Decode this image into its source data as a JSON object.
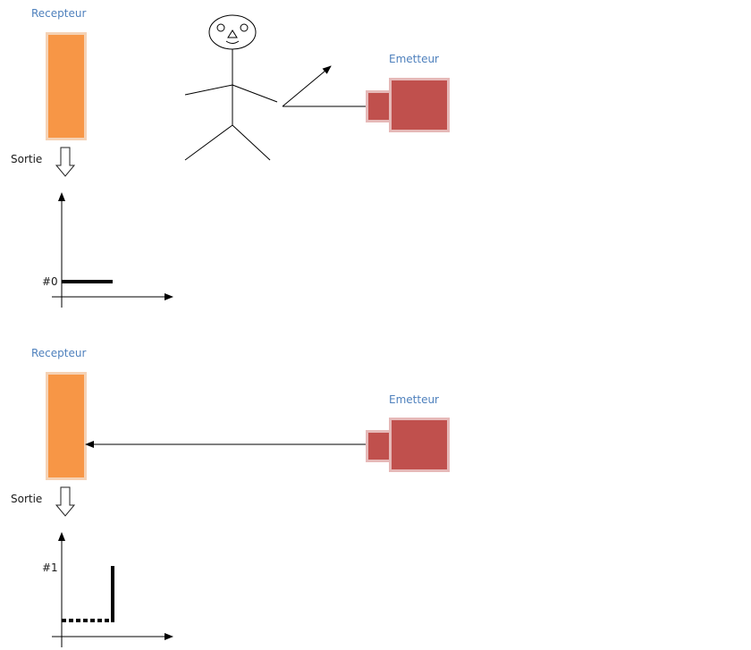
{
  "top_scenario": {
    "receiver_label": "Recepteur",
    "emitter_label": "Emetteur",
    "output_label": "Sortie",
    "graph_value_label": "#0"
  },
  "bottom_scenario": {
    "receiver_label": "Recepteur",
    "emitter_label": "Emetteur",
    "output_label": "Sortie",
    "graph_value_label": "#1"
  },
  "colors": {
    "receiver_fill": "#f79646",
    "receiver_border": "#f5d2b5",
    "emitter_fill": "#c0504d",
    "emitter_border": "#e6b9b8",
    "label_blue": "#4f81bd",
    "line": "#000000"
  }
}
